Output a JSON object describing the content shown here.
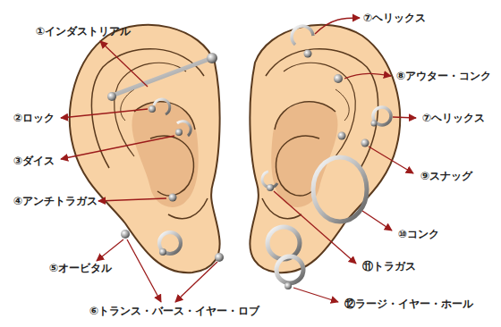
{
  "diagram": {
    "labels": [
      "①インダストリアル",
      "②ロック",
      "③ダイス",
      "④アンチトラガス",
      "⑤オービタル",
      "⑥トランス・バース・イヤー・ロブ",
      "⑦ヘリックス",
      "⑧アウター・コンク",
      "⑦ヘリックス",
      "⑨スナッグ",
      "⑩コンク",
      "⑪トラガス",
      "⑫ラージ・イヤー・ホール"
    ]
  }
}
